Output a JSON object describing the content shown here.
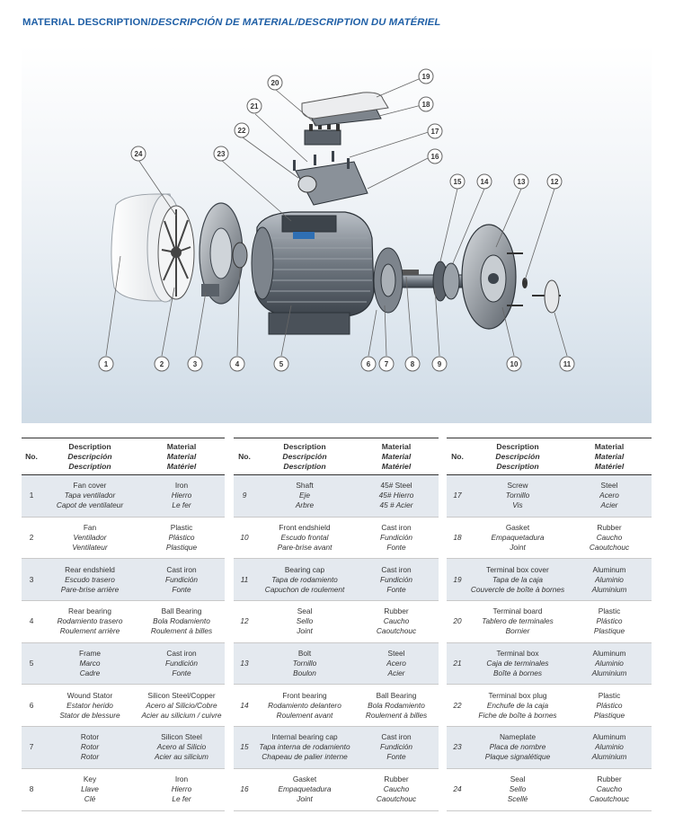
{
  "title": {
    "part1": "MATERIAL DESCRIPTION/",
    "part2": "DESCRIPCIÓN DE MATERIAL/DESCRIPTION DU MATÉRIEL"
  },
  "headers": {
    "no": "No.",
    "description": [
      "Description",
      "Descripción",
      "Description"
    ],
    "material": [
      "Material",
      "Material",
      "Matériel"
    ]
  },
  "callouts": [
    "1",
    "2",
    "3",
    "4",
    "5",
    "6",
    "7",
    "8",
    "9",
    "10",
    "11",
    "12",
    "13",
    "14",
    "15",
    "16",
    "17",
    "18",
    "19",
    "20",
    "21",
    "22",
    "23",
    "24"
  ],
  "columns": [
    [
      {
        "no": "1",
        "desc": [
          "Fan cover",
          "Tapa ventilador",
          "Capot de ventilateur"
        ],
        "mat": [
          "Iron",
          "Hierro",
          "Le fer"
        ]
      },
      {
        "no": "2",
        "desc": [
          "Fan",
          "Ventilador",
          "Ventilateur"
        ],
        "mat": [
          "Plastic",
          "Plástico",
          "Plastique"
        ]
      },
      {
        "no": "3",
        "desc": [
          "Rear endshield",
          "Escudo trasero",
          "Pare-brise arrière"
        ],
        "mat": [
          "Cast iron",
          "Fundición",
          "Fonte"
        ]
      },
      {
        "no": "4",
        "desc": [
          "Rear bearing",
          "Rodamiento trasero",
          "Roulement arrière"
        ],
        "mat": [
          "Ball Bearing",
          "Bola Rodamiento",
          "Roulement à billes"
        ]
      },
      {
        "no": "5",
        "desc": [
          "Frame",
          "Marco",
          "Cadre"
        ],
        "mat": [
          "Cast iron",
          "Fundición",
          "Fonte"
        ]
      },
      {
        "no": "6",
        "desc": [
          "Wound Stator",
          "Estator herido",
          "Stator de blessure"
        ],
        "mat": [
          "Silicon Steel/Copper",
          "Acero al Silicio/Cobre",
          "Acier au silicium / cuivre"
        ]
      },
      {
        "no": "7",
        "desc": [
          "Rotor",
          "Rotor",
          "Rotor"
        ],
        "mat": [
          "Silicon Steel",
          "Acero al Silicio",
          "Acier au silicium"
        ]
      },
      {
        "no": "8",
        "desc": [
          "Key",
          "Llave",
          "Clé"
        ],
        "mat": [
          "Iron",
          "Hierro",
          "Le fer"
        ]
      }
    ],
    [
      {
        "no": "9",
        "desc": [
          "Shaft",
          "Eje",
          "Arbre"
        ],
        "mat": [
          "45# Steel",
          "45# Hierro",
          "45 # Acier"
        ]
      },
      {
        "no": "10",
        "desc": [
          "Front endshield",
          "Escudo frontal",
          "Pare-brise avant"
        ],
        "mat": [
          "Cast iron",
          "Fundición",
          "Fonte"
        ]
      },
      {
        "no": "11",
        "desc": [
          "Bearing cap",
          "Tapa de rodamiento",
          "Capuchon de roulement"
        ],
        "mat": [
          "Cast iron",
          "Fundición",
          "Fonte"
        ]
      },
      {
        "no": "12",
        "desc": [
          "Seal",
          "Sello",
          "Joint"
        ],
        "mat": [
          "Rubber",
          "Caucho",
          "Caoutchouc"
        ]
      },
      {
        "no": "13",
        "desc": [
          "Bolt",
          "Tornillo",
          "Boulon"
        ],
        "mat": [
          "Steel",
          "Acero",
          "Acier"
        ]
      },
      {
        "no": "14",
        "desc": [
          "Front bearing",
          "Rodamiento delantero",
          "Roulement avant"
        ],
        "mat": [
          "Ball Bearing",
          "Bola Rodamiento",
          "Roulement à billes"
        ]
      },
      {
        "no": "15",
        "desc": [
          "Internal bearing cap",
          "Tapa interna de rodamiento",
          "Chapeau de palier interne"
        ],
        "mat": [
          "Cast iron",
          "Fundición",
          "Fonte"
        ]
      },
      {
        "no": "16",
        "desc": [
          "Gasket",
          "Empaquetadura",
          "Joint"
        ],
        "mat": [
          "Rubber",
          "Caucho",
          "Caoutchouc"
        ]
      }
    ],
    [
      {
        "no": "17",
        "desc": [
          "Screw",
          "Tornillo",
          "Vis"
        ],
        "mat": [
          "Steel",
          "Acero",
          "Acier"
        ]
      },
      {
        "no": "18",
        "desc": [
          "Gasket",
          "Empaquetadura",
          "Joint"
        ],
        "mat": [
          "Rubber",
          "Caucho",
          "Caoutchouc"
        ]
      },
      {
        "no": "19",
        "desc": [
          "Terminal box cover",
          "Tapa de la caja",
          "Couvercle de boîte à bornes"
        ],
        "mat": [
          "Aluminum",
          "Aluminio",
          "Aluminium"
        ]
      },
      {
        "no": "20",
        "desc": [
          "Terminal board",
          "Tablero de terminales",
          "Bornier"
        ],
        "mat": [
          "Plastic",
          "Plástico",
          "Plastique"
        ]
      },
      {
        "no": "21",
        "desc": [
          "Terminal box",
          "Caja de terminales",
          "Boîte à bornes"
        ],
        "mat": [
          "Aluminum",
          "Aluminio",
          "Aluminium"
        ]
      },
      {
        "no": "22",
        "desc": [
          "Terminal box plug",
          "Enchufe de la caja",
          "Fiche de boîte à bornes"
        ],
        "mat": [
          "Plastic",
          "Plástico",
          "Plastique"
        ]
      },
      {
        "no": "23",
        "desc": [
          "Nameplate",
          "Placa de nombre",
          "Plaque signalétique"
        ],
        "mat": [
          "Aluminum",
          "Aluminio",
          "Aluminium"
        ]
      },
      {
        "no": "24",
        "desc": [
          "Seal",
          "Sello",
          "Scellé"
        ],
        "mat": [
          "Rubber",
          "Caucho",
          "Caoutchouc"
        ]
      }
    ]
  ]
}
